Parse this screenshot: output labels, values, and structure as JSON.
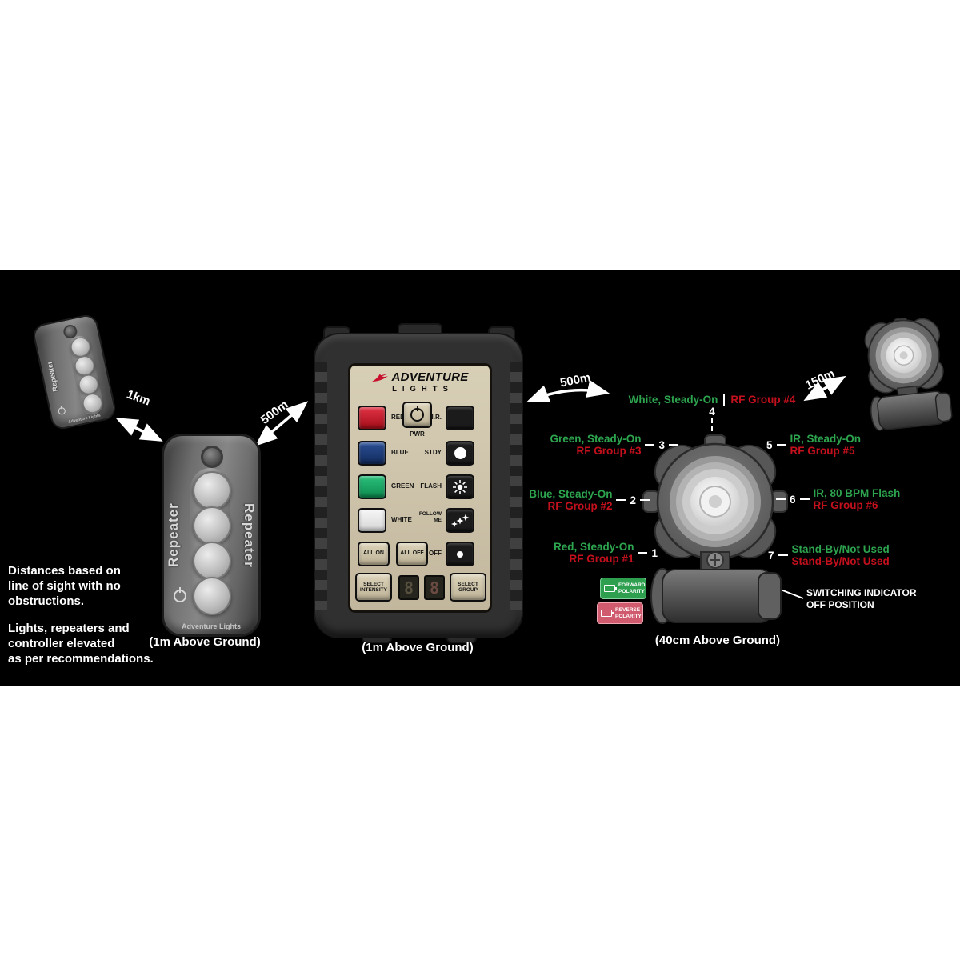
{
  "colors": {
    "band_background": "#000000",
    "function_text_green": "#2da44e",
    "group_text_red": "#c3101d",
    "forward_badge_green": "#2e9e4f",
    "reverse_badge_red": "#d05a6e",
    "arrow_white": "#ffffff",
    "controller_face_tan": "#cdc3a9"
  },
  "notes": {
    "para1": "Distances based on\nline of sight with no\nobstructions.",
    "para2": "Lights, repeaters and\ncontroller elevated\nas per recommendations."
  },
  "distances": {
    "repeater_link": "1km",
    "controller_link": "500m",
    "light_link": "500m",
    "remote_light_link": "150m"
  },
  "captions": {
    "repeater": "(1m Above Ground)",
    "controller": "(1m Above Ground)",
    "light": "(40cm Above Ground)"
  },
  "small_repeater": {
    "side_label": "Repeater",
    "brand": "Adventure Lights"
  },
  "repeater": {
    "side_label": "Repeater",
    "brand": "Adventure Lights"
  },
  "controller": {
    "brand_top": "ADVENTURE",
    "brand_bottom": "LIGHTS",
    "labels": {
      "red": "RED",
      "blue": "BLUE",
      "green": "GREEN",
      "white": "WHITE",
      "pwr": "PWR",
      "ir": "I.R.",
      "stdy": "STDY",
      "flash": "FLASH",
      "follow": "FOLLOW ME",
      "off": "OFF"
    },
    "buttons": {
      "all_on": "ALL ON",
      "all_off": "ALL OFF",
      "select_intensity": "SELECT INTENSITY",
      "select_group": "SELECT GROUP"
    },
    "displays": [
      "8",
      "8"
    ]
  },
  "light": {
    "labels": [
      {
        "num": "1",
        "function": "Red, Steady-On",
        "group": "RF Group #1"
      },
      {
        "num": "2",
        "function": "Blue, Steady-On",
        "group": "RF Group #2"
      },
      {
        "num": "3",
        "function": "Green, Steady-On",
        "group": "RF Group #3"
      },
      {
        "num": "4",
        "function": "White, Steady-On",
        "group": "RF Group #4"
      },
      {
        "num": "5",
        "function": "IR, Steady-On",
        "group": "RF Group #5"
      },
      {
        "num": "6",
        "function": "IR, 80 BPM Flash",
        "group": "RF Group #6"
      },
      {
        "num": "7",
        "function": "Stand-By/Not Used",
        "group": "Stand-By/Not Used"
      }
    ],
    "switching_note": "SWITCHING INDICATOR\nOFF POSITION",
    "forward_polarity": "FORWARD POLARITY",
    "reverse_polarity": "REVERSE POLARITY"
  }
}
